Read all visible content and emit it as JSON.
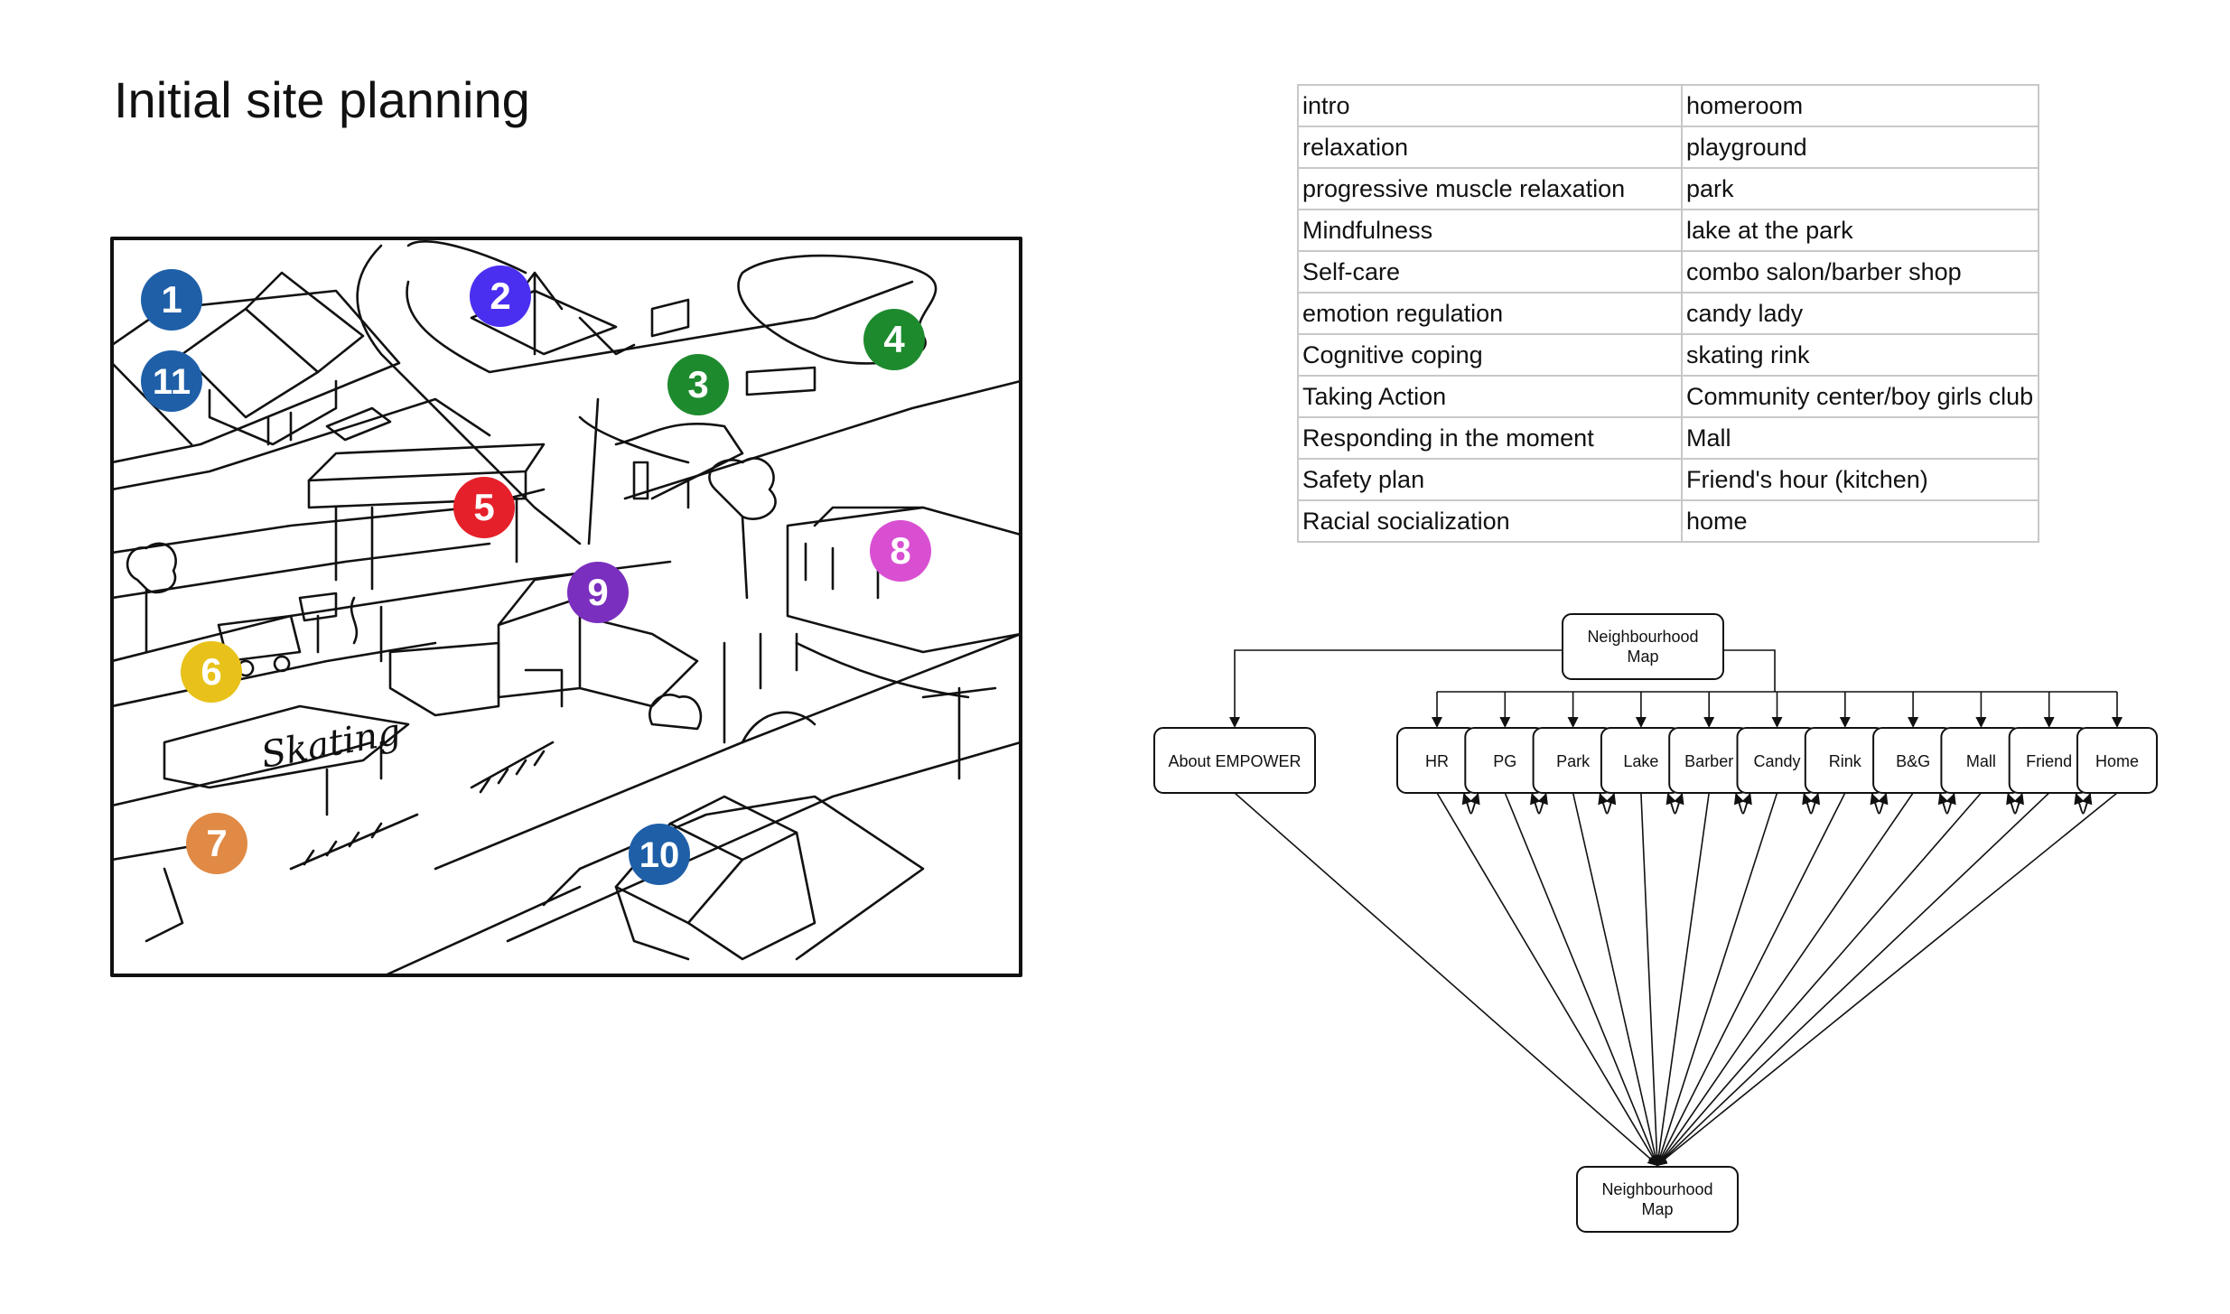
{
  "page": {
    "title": "Initial site planning"
  },
  "sketch": {
    "markers": [
      {
        "num": "1",
        "color": "#1f5fa8"
      },
      {
        "num": "2",
        "color": "#4a2ff0"
      },
      {
        "num": "3",
        "color": "#1e8a2e"
      },
      {
        "num": "4",
        "color": "#1e8a2e"
      },
      {
        "num": "5",
        "color": "#e5202a"
      },
      {
        "num": "6",
        "color": "#e8c21a"
      },
      {
        "num": "7",
        "color": "#e08a45"
      },
      {
        "num": "8",
        "color": "#d94fd2"
      },
      {
        "num": "9",
        "color": "#7b2fbe"
      },
      {
        "num": "10",
        "color": "#1f5fa8"
      },
      {
        "num": "11",
        "color": "#1f5fa8"
      }
    ],
    "sign_text": "Skating"
  },
  "table": {
    "rows": [
      {
        "topic": "intro",
        "location": "homeroom"
      },
      {
        "topic": "relaxation",
        "location": "playground"
      },
      {
        "topic": "progressive muscle relaxation",
        "location": "park"
      },
      {
        "topic": "Mindfulness",
        "location": "lake at the park"
      },
      {
        "topic": "Self-care",
        "location": "combo salon/barber shop"
      },
      {
        "topic": "emotion regulation",
        "location": "candy lady"
      },
      {
        "topic": "Cognitive coping",
        "location": "skating rink"
      },
      {
        "topic": "Taking Action",
        "location": "Community center/boy girls club"
      },
      {
        "topic": "Responding in the moment",
        "location": "Mall"
      },
      {
        "topic": "Safety plan",
        "location": "Friend's hour (kitchen)"
      },
      {
        "topic": "Racial socialization",
        "location": "home"
      }
    ]
  },
  "flowchart": {
    "top_node": {
      "line1": "Neighbourhood",
      "line2": "Map"
    },
    "about_node": "About EMPOWER",
    "nodes": [
      "HR",
      "PG",
      "Park",
      "Lake",
      "Barber",
      "Candy",
      "Rink",
      "B&G",
      "Mall",
      "Friend",
      "Home"
    ],
    "bottom_node": {
      "line1": "Neighbourhood",
      "line2": "Map"
    }
  }
}
